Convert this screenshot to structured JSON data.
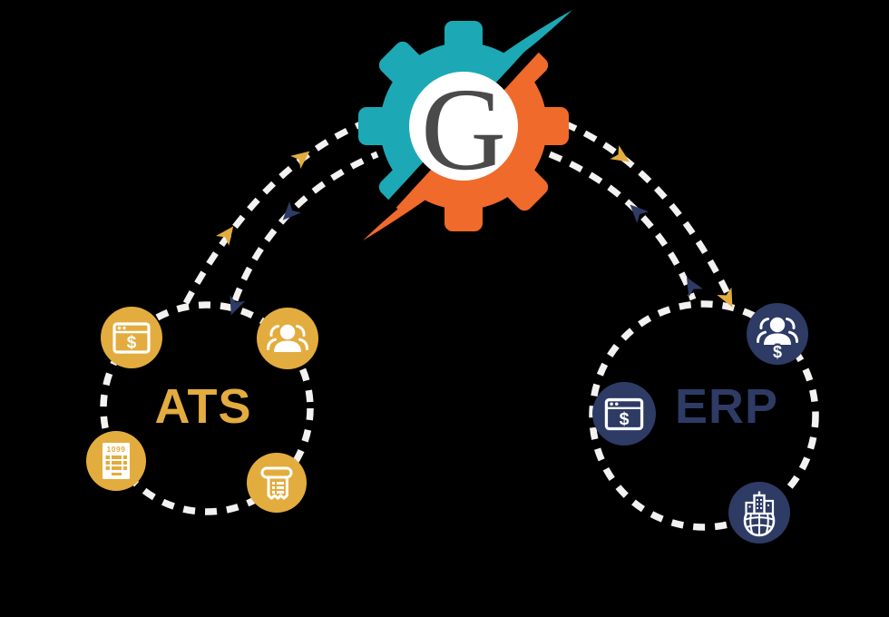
{
  "page": {
    "background": "#000000"
  },
  "logo": {
    "letter": "G",
    "teal_color": "#1CA9B5",
    "orange_color": "#F06A2B",
    "letter_color": "#4A4A4A",
    "badge_color": "#FFFFFF"
  },
  "left_system": {
    "label": "ATS",
    "color": "#E3AC3E",
    "icons": [
      {
        "name": "browser-dollar-icon",
        "glyph": "$"
      },
      {
        "name": "team-icon"
      },
      {
        "name": "form-1099-icon",
        "label": "1099"
      },
      {
        "name": "receipt-icon"
      }
    ]
  },
  "right_system": {
    "label": "ERP",
    "color": "#2D3B65",
    "icons": [
      {
        "name": "team-dollar-icon",
        "glyph": "$"
      },
      {
        "name": "browser-dollar-icon",
        "glyph": "$"
      },
      {
        "name": "building-globe-icon"
      }
    ]
  },
  "connections": {
    "dash_color": "#F3F2F0",
    "ats_to_erp_arrow_color": "#E3AC3E",
    "erp_to_ats_arrow_color": "#2D3B65"
  }
}
